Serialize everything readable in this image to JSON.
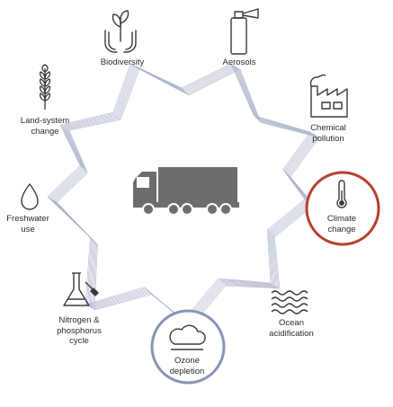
{
  "boundaries": [
    {
      "id": "biodiversity",
      "lines": [
        "Biodiversity"
      ],
      "icon": "hands-sprout-icon"
    },
    {
      "id": "aerosols",
      "lines": [
        "Aerosols"
      ],
      "icon": "spray-can-icon"
    },
    {
      "id": "chemical-pollution",
      "lines": [
        "Chemical",
        "pollution"
      ],
      "icon": "factory-icon"
    },
    {
      "id": "climate-change",
      "lines": [
        "Climate",
        "change"
      ],
      "icon": "thermometer-icon",
      "highlight": "#b5422f"
    },
    {
      "id": "ocean-acidification",
      "lines": [
        "Ocean",
        "acidification"
      ],
      "icon": "waves-icon"
    },
    {
      "id": "ozone-depletion",
      "lines": [
        "Ozone",
        "depletion"
      ],
      "icon": "cloud-icon",
      "highlight": "#8a93b5"
    },
    {
      "id": "nitrogen-phosphorus",
      "lines": [
        "Nitrogen &",
        "phosphorus",
        "cycle"
      ],
      "icon": "flask-icon"
    },
    {
      "id": "freshwater-use",
      "lines": [
        "Freshwater",
        "use"
      ],
      "icon": "water-drop-icon"
    },
    {
      "id": "land-system-change",
      "lines": [
        "Land-system",
        "change"
      ],
      "icon": "wheat-icon"
    }
  ],
  "center_icon": "truck-icon",
  "colors": {
    "ray": "#aeb3cc",
    "icon": "#3a3a3a",
    "truck": "#6d6d6d",
    "climate_ring": "#b5422f",
    "ozone_ring": "#8a93b5"
  }
}
